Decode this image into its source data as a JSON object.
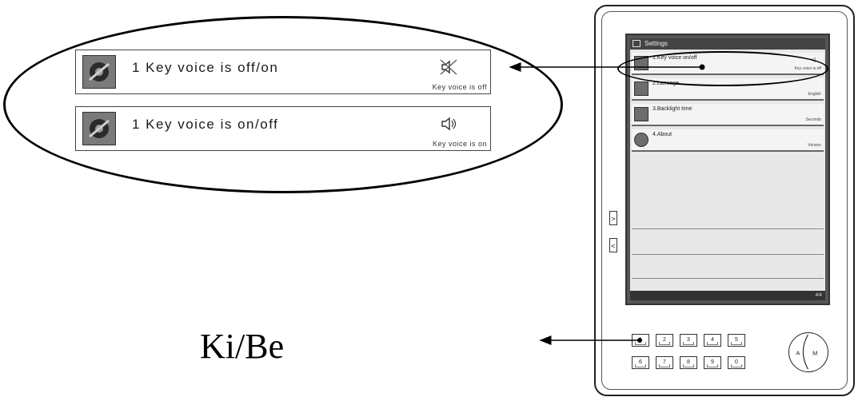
{
  "zoom": {
    "items": [
      {
        "title": "1 Key voice is off/on",
        "status": "Key voice is off",
        "icon": "speaker-muted-icon"
      },
      {
        "title": "1 Key voice is on/off",
        "status": "Key voice is on",
        "icon": "speaker-on-icon"
      }
    ]
  },
  "label": {
    "text": "Ki/Be"
  },
  "device": {
    "header_title": "Settings",
    "rows": [
      {
        "title": "1.Key voice on/off",
        "sub": "Key voice is off",
        "icon": "speaker-icon"
      },
      {
        "title": "2.Lanuage",
        "sub": "English"
      },
      {
        "title": "3.Backlight time",
        "sub": "Seconds"
      },
      {
        "title": "4.About",
        "sub": "Version"
      }
    ],
    "footer": "4/4",
    "side_buttons": [
      ">",
      "<"
    ],
    "keys_top": [
      "1",
      "2",
      "3",
      "4",
      "5"
    ],
    "keys_bottom": [
      "6",
      "7",
      "8",
      "9",
      "0"
    ],
    "dpad_left": "A",
    "dpad_right": "M"
  }
}
